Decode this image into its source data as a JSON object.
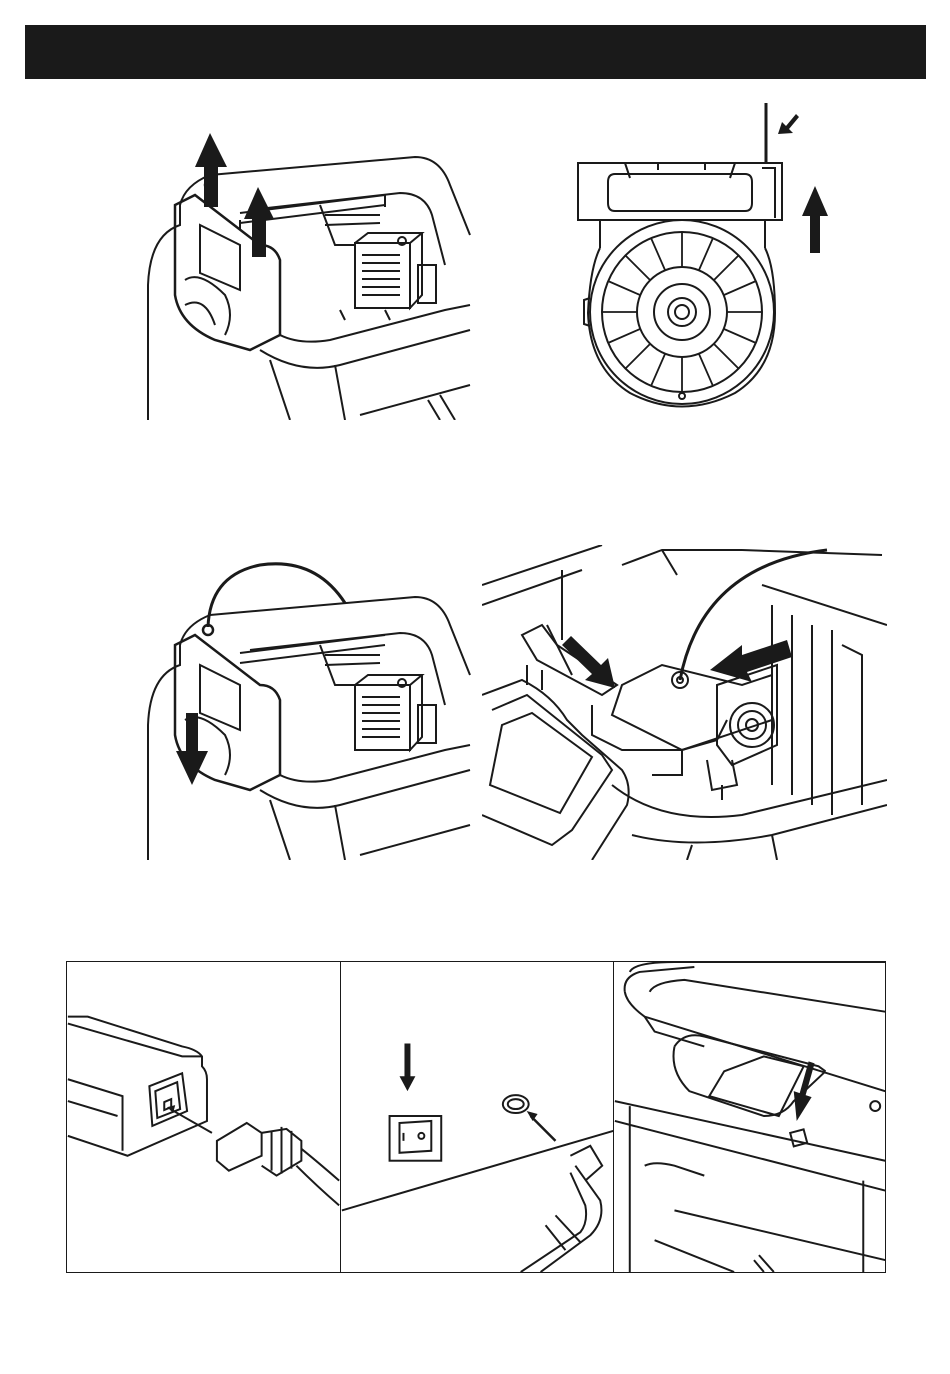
{
  "header": {
    "bar_color": "#1a1a1a"
  },
  "figures": {
    "printer_top_lift": {
      "arrows": [
        "arrow-up",
        "arrow-up"
      ]
    },
    "spool_holder": {
      "arrows": [
        "arrow-up",
        "small-arrow-down-left"
      ]
    },
    "filament_feed_down": {
      "arrows": [
        "arrow-down"
      ]
    },
    "extruder_insert": {
      "arrows": [
        "arrow-down-right",
        "arrow-left"
      ]
    }
  },
  "power_steps": [
    {
      "id": "plug-cord-into-adapter",
      "icon": "power-plug-icon"
    },
    {
      "id": "switch-on-and-connect-dc",
      "icon": "rocker-switch-icon"
    },
    {
      "id": "press-power-button",
      "icon": "power-button-icon"
    }
  ],
  "colors": {
    "line": "#1a1a1a",
    "background": "#ffffff"
  }
}
